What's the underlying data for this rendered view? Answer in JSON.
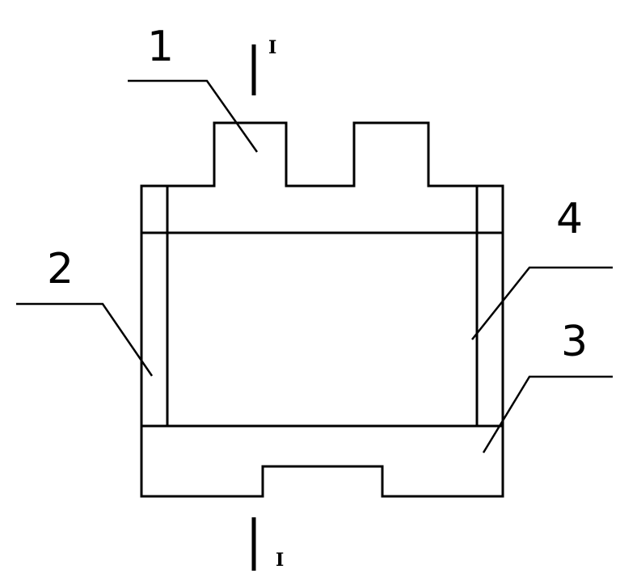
{
  "labels": {
    "part1": "1",
    "part2": "2",
    "part3": "3",
    "part4": "4"
  },
  "section_marks": {
    "top": "I",
    "bottom": "I"
  }
}
